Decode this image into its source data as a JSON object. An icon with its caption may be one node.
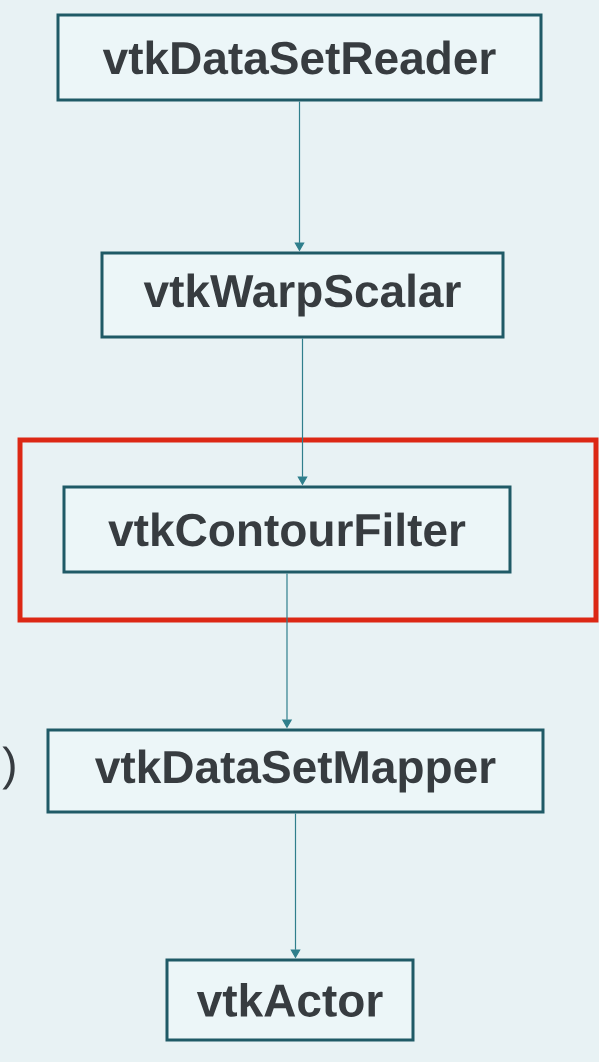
{
  "diagram": {
    "nodes": [
      {
        "text": [
          "vtkDataSetReader"
        ]
      },
      {
        "text": [
          "vtkWarpScalar"
        ]
      },
      {
        "text": [],
        "shape": "box"
      },
      {
        "text": [
          "vtkContourFilter"
        ],
        "in": 2
      },
      {
        "text": [
          "vtkDataSetMapper"
        ]
      },
      {
        "text": [
          "vtkActor"
        ]
      }
    ],
    "edges": [
      {
        "from": 0,
        "to": 1,
        "arrow": "to"
      },
      {
        "from": 1,
        "to": 3,
        "arrow": "to"
      },
      {
        "from": 3,
        "to": 4,
        "arrow": "to"
      },
      {
        "from": 4,
        "to": 5,
        "arrow": "to"
      }
    ],
    "labels": [
      ")"
    ]
  }
}
